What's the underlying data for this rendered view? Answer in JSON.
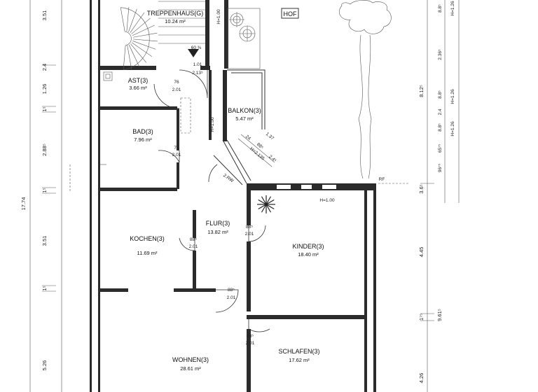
{
  "rooms": [
    {
      "id": "treppenhaus",
      "name": "TREPPENHAUS(G)",
      "area": "10.24 m²"
    },
    {
      "id": "ast",
      "name": "AST(3)",
      "area": "3.66 m²"
    },
    {
      "id": "bad",
      "name": "BAD(3)",
      "area": "7.96 m²"
    },
    {
      "id": "kochen",
      "name": "KOCHEN(3)",
      "area": "11.69 m²"
    },
    {
      "id": "flur",
      "name": "FLUR(3)",
      "area": "13.82 m²"
    },
    {
      "id": "balkon",
      "name": "BALKON(3)",
      "area": "5.47 m²"
    },
    {
      "id": "kinder",
      "name": "KINDER(3)",
      "area": "18.40 m²"
    },
    {
      "id": "wohnen",
      "name": "WOHNEN(3)",
      "area": "28.61 m²"
    },
    {
      "id": "schlafen",
      "name": "SCHLAFEN(3)",
      "area": "17.62 m²"
    }
  ],
  "labels": {
    "hof": "HOF",
    "h_100_top": "H=1.00",
    "h_100_left": "H=1.00",
    "h_100_kinder": "H=1.00",
    "zrw": "2.RW",
    "rf": "RF",
    "h2135": "H=2.135"
  },
  "doors": [
    {
      "id": "d-trep",
      "w": "1.01",
      "h": "2.13⁵"
    },
    {
      "id": "d-ast",
      "w": "76",
      "h": "2.01"
    },
    {
      "id": "d-bad",
      "w": "76",
      "h": "2.01"
    },
    {
      "id": "d-kochen",
      "w": "88⁵",
      "h": "2.01"
    },
    {
      "id": "d-kinder",
      "w": "88⁵",
      "h": "2.01"
    },
    {
      "id": "d-flur",
      "w": "88⁵",
      "h": "2.01"
    },
    {
      "id": "d-schlafen",
      "w": "88⁵",
      "h": "2.01"
    }
  ],
  "dims_left_outer": [
    "3.51",
    "2.4",
    "1.26",
    "1⁵",
    "2.88⁵",
    "1⁵",
    "3.51",
    "1⁵",
    "5.26"
  ],
  "dims_left_total": [
    "17.74"
  ],
  "dims_right": [
    "8.12⁵",
    "3.6⁵",
    "4.45",
    "1⁷⁵",
    "9.61⁵",
    "4.26"
  ],
  "dims_right_outer": [
    "8.8⁵",
    "2.36⁵",
    "8.8⁵",
    "2.4",
    "8.8⁵",
    "65⁷⁵",
    "96⁷⁵"
  ],
  "dims_right_heights": [
    "H=1.26",
    "H=1.26",
    "H=1.26"
  ],
  "dims_balkon": [
    "1.37",
    "24",
    "88⁵",
    "2.4⁵"
  ],
  "marker": "60 ⅜"
}
